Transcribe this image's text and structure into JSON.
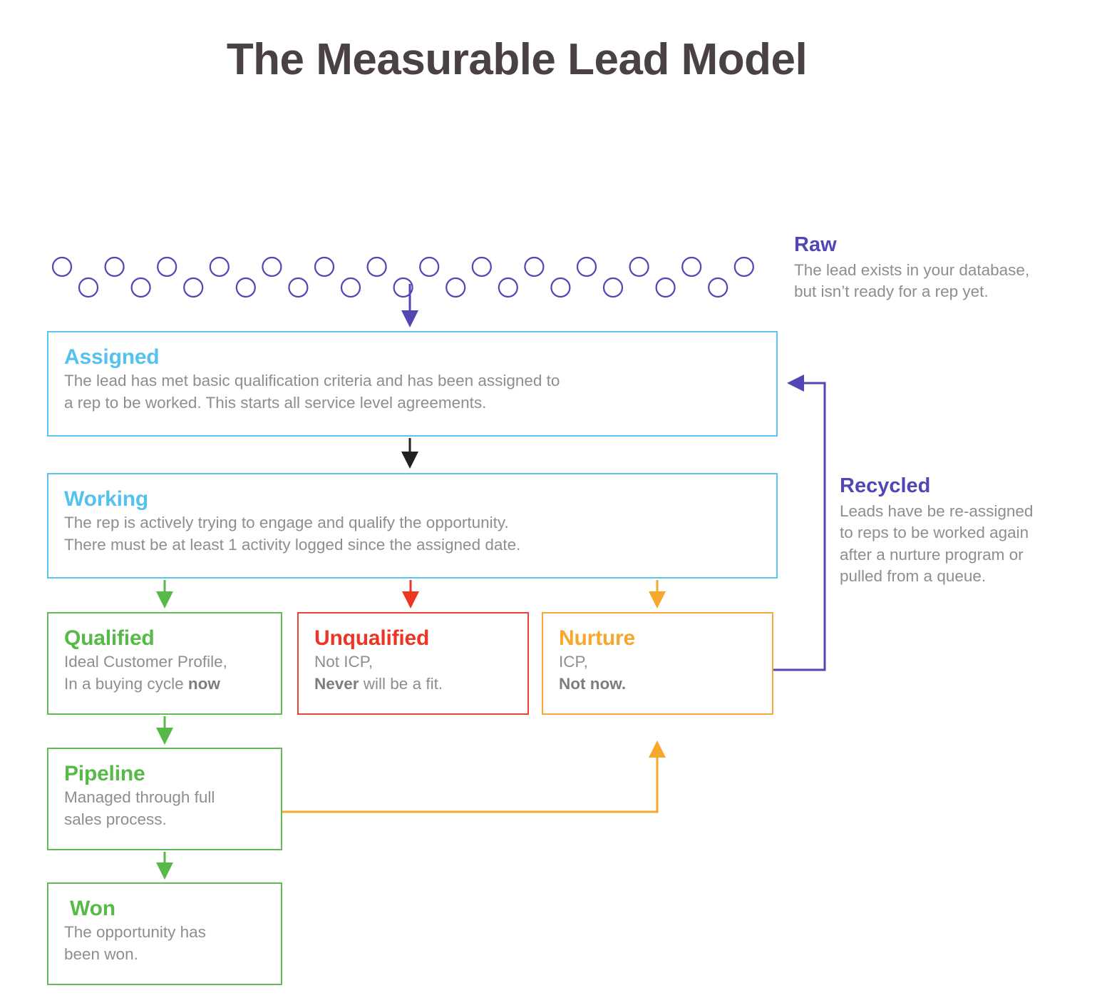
{
  "title": "The Measurable Lead Model",
  "colors": {
    "title_text": "#4a4143",
    "purple": "#5246b5",
    "blue": "#55c1ef",
    "green": "#56b948",
    "red": "#ee3524",
    "orange": "#f6a72c",
    "body_text": "#8e8e8e",
    "background": "#ffffff",
    "black_arrow": "#222222"
  },
  "raw": {
    "label": "Raw",
    "desc_line1": "The lead exists in your database,",
    "desc_line2": "but isn’t ready for a rep yet.",
    "circle_rows": [
      14,
      13
    ]
  },
  "recycled": {
    "label": "Recycled",
    "desc_line1": "Leads have be re-assigned",
    "desc_line2": "to reps to be worked again",
    "desc_line3": "after a nurture program or",
    "desc_line4": "pulled from a queue."
  },
  "stages": {
    "assigned": {
      "label": "Assigned",
      "desc_line1": "The lead has met basic qualification criteria and has been assigned to",
      "desc_line2": "a rep to be worked. This starts all service level agreements.",
      "color": "#55c1ef"
    },
    "working": {
      "label": "Working",
      "desc_line1": "The rep is actively trying to engage and qualify the opportunity.",
      "desc_line2": "There must be at least 1 activity logged since the assigned date.",
      "color": "#55c1ef"
    },
    "qualified": {
      "label": "Qualified",
      "desc_line1": "Ideal Customer Profile,",
      "desc_line2_pre": "In a buying cycle ",
      "desc_line2_bold": "now",
      "color": "#56b948"
    },
    "unqualified": {
      "label": "Unqualified",
      "desc_line1": "Not ICP,",
      "desc_line2_bold": "Never",
      "desc_line2_post": " will be a fit.",
      "color": "#ee3524"
    },
    "nurture": {
      "label": "Nurture",
      "desc_line1": "ICP,",
      "desc_line2_bold": "Not now.",
      "color": "#f6a72c"
    },
    "pipeline": {
      "label": "Pipeline",
      "desc_line1": "Managed through full",
      "desc_line2": "sales process.",
      "color": "#56b948"
    },
    "won": {
      "label": "Won",
      "desc_line1": "The opportunity has",
      "desc_line2": "been won.",
      "color": "#56b948"
    }
  },
  "connectors": [
    {
      "name": "raw-to-assigned",
      "color": "#5246b5"
    },
    {
      "name": "assigned-to-working",
      "color": "#222222"
    },
    {
      "name": "working-to-qualified",
      "color": "#56b948"
    },
    {
      "name": "working-to-unqualified",
      "color": "#ee3524"
    },
    {
      "name": "working-to-nurture",
      "color": "#f6a72c"
    },
    {
      "name": "qualified-to-pipeline",
      "color": "#56b948"
    },
    {
      "name": "pipeline-to-won",
      "color": "#56b948"
    },
    {
      "name": "pipeline-to-nurture",
      "color": "#f6a72c"
    },
    {
      "name": "nurture-to-assigned-recycled",
      "color": "#5246b5"
    }
  ]
}
